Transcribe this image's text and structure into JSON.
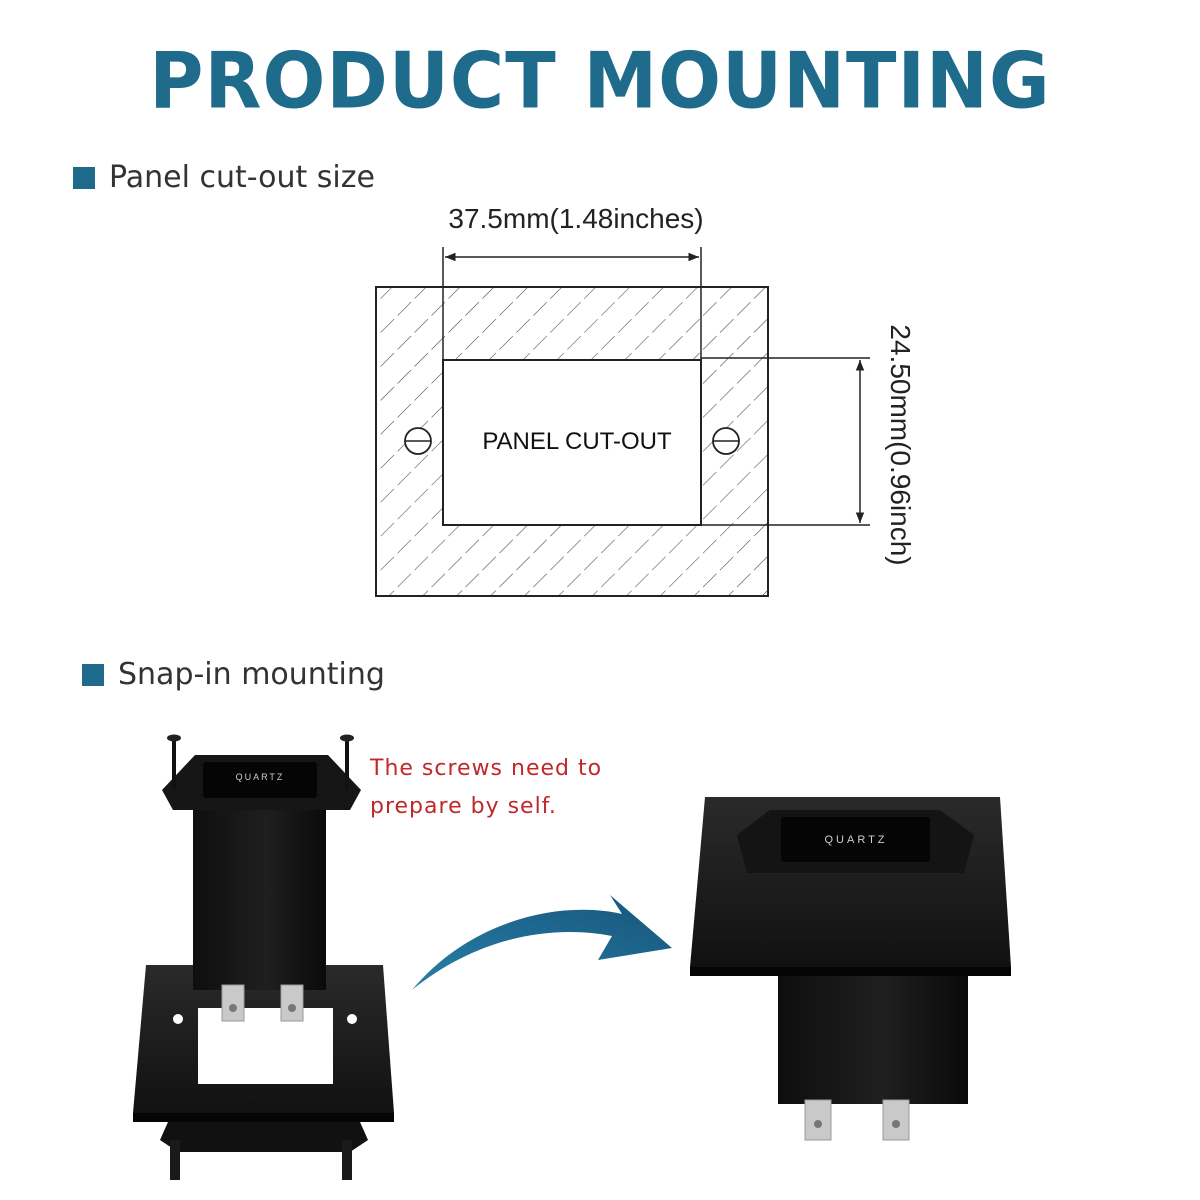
{
  "title": "PRODUCT MOUNTING",
  "section_panel": "Panel cut-out size",
  "section_snap": "Snap-in mounting",
  "dim_width": "37.5mm(1.48inches)",
  "dim_height": "24.50mm(0.96inch)",
  "cutout_label": "PANEL CUT-OUT",
  "device_brand": "QUARTZ",
  "screw_note_line1": "The screws need to",
  "screw_note_line2": "prepare by self.",
  "colors": {
    "accent": "#1f6b8c",
    "note": "#c0282a",
    "device": "#1a1a1a"
  }
}
